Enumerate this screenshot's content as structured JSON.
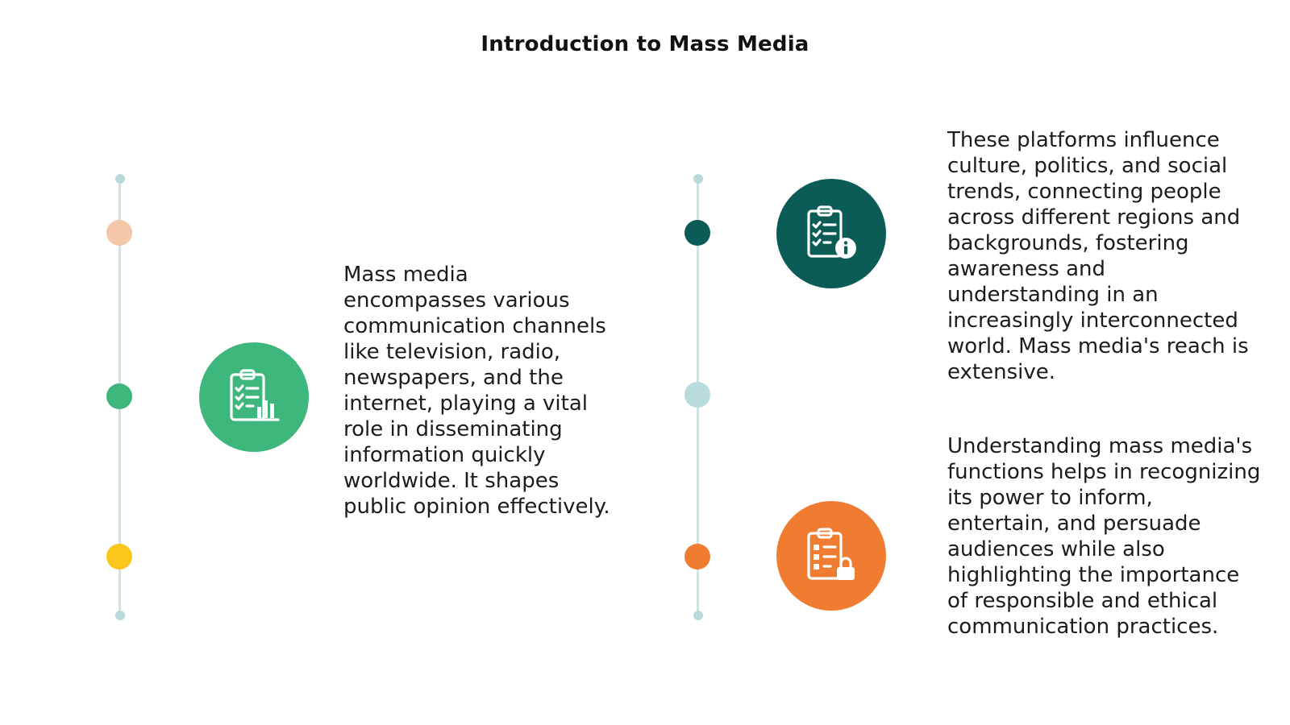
{
  "title": "Introduction to Mass Media",
  "colors": {
    "track": "#cfe3e3",
    "peach": "#f5c7a9",
    "green": "#3db77b",
    "yellow": "#fbc61a",
    "dark_teal": "#0b5b57",
    "light_teal": "#b7dcdb",
    "orange": "#ef7c30"
  },
  "items": [
    {
      "icon": "clipboard-chart-icon",
      "text": "Mass media encompasses various communication channels like television, radio, newspapers, and the internet, playing a vital role in disseminating information quickly worldwide. It shapes public opinion effectively."
    },
    {
      "icon": "clipboard-info-icon",
      "text": "These platforms influence culture, politics, and social trends, connecting people across different regions and backgrounds, fostering awareness and understanding in an increasingly interconnected world. Mass media's reach is extensive."
    },
    {
      "icon": "clipboard-lock-icon",
      "text": "Understanding mass media's functions helps in recognizing its power to inform, entertain, and persuade audiences while also highlighting the importance of responsible and ethical communication practices."
    }
  ]
}
